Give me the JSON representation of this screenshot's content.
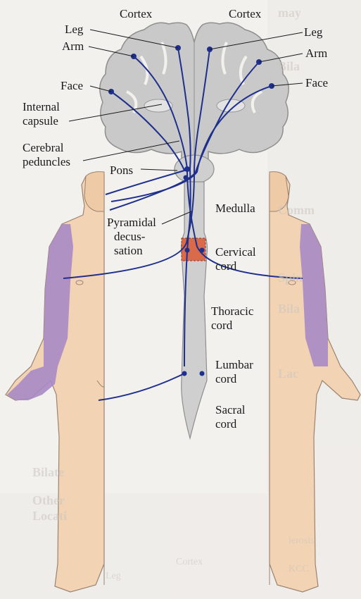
{
  "labels": {
    "cortex_left": "Cortex",
    "cortex_right": "Cortex",
    "leg_left": "Leg",
    "arm_left": "Arm",
    "leg_right": "Leg",
    "arm_right": "Arm",
    "face_left": "Face",
    "face_right": "Face",
    "internal_1": "Internal",
    "internal_2": "capsule",
    "cerebral_1": "Cerebral",
    "cerebral_2": "peduncles",
    "pons": "Pons",
    "medulla": "Medulla",
    "pyramidal_1": "Pyramidal",
    "pyramidal_2": "decus-",
    "pyramidal_3": "sation",
    "cervical_1": "Cervical",
    "cervical_2": "cord",
    "thoracic_1": "Thoracic",
    "thoracic_2": "cord",
    "lumbar_1": "Lumbar",
    "lumbar_2": "cord",
    "sacral_1": "Sacral",
    "sacral_2": "cord"
  },
  "background_page_text": [
    "may",
    "Bila",
    "Comm",
    "Spin",
    "Bila",
    "Lac",
    "Bilate",
    "Other",
    "Locati",
    "Cortex",
    "Leg",
    "lerosis",
    "KCC"
  ],
  "colors": {
    "background": "#f3f1ee",
    "brain_gray": "#c9c9c9",
    "brain_outline": "#8f8f8f",
    "spinal_cord": "#cfcfcf",
    "skin": "#f2d3b3",
    "skin_outline": "#9b8370",
    "dermatome_purple": "#a98ac4",
    "pathway_blue": "#1e2f8c",
    "cervical_lesion": "#d96a4a",
    "label_text": "#1a1a1a",
    "leader_line": "#1a1a1a"
  }
}
